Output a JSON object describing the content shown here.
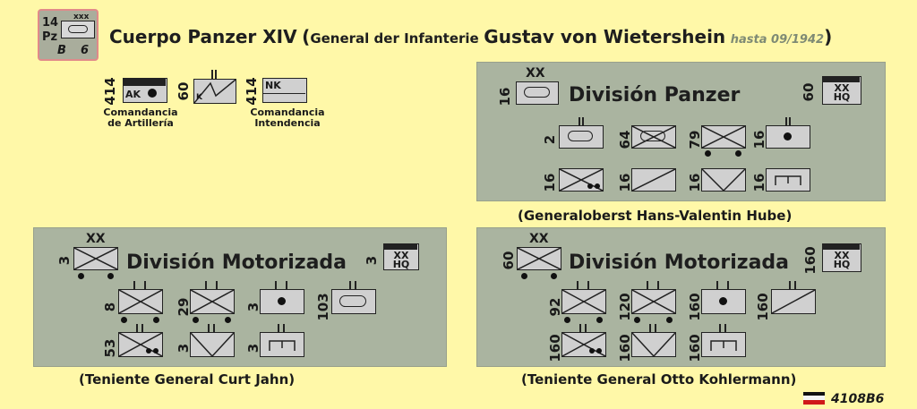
{
  "header": {
    "counter_top_left": "14",
    "counter_top_right": "xxx",
    "counter_mid_left": "Pz",
    "counter_bot_left": "B",
    "counter_bot_right": "6",
    "title_main": "Cuerpo Panzer XIV",
    "paren_open": "(",
    "rank": "General der Infanterie",
    "commander": "Gustav von Wietershein",
    "until": "hasta 09/1942",
    "paren_close": ")"
  },
  "corps_units": [
    {
      "strength": "414",
      "code": "AK",
      "caption1": "Comandancia",
      "caption2": "de Artillería"
    },
    {
      "strength": "60",
      "code": "K",
      "caption1": "",
      "caption2": ""
    },
    {
      "strength": "414",
      "code": "NK",
      "caption1": "Comandancia",
      "caption2": "Intendencia"
    }
  ],
  "panzer_div": {
    "hq_strength": "16",
    "hq_size": "XX",
    "title": "División Panzer",
    "hq2_strength": "60",
    "hq2_label": "XX HQ",
    "row1": [
      "2",
      "64",
      "79",
      "16"
    ],
    "row2": [
      "16",
      "16",
      "16",
      "16"
    ],
    "commander": "(Generaloberst Hans-Valentin Hube)"
  },
  "mot_div_1": {
    "hq_strength": "3",
    "hq_size": "XX",
    "title": "División Motorizada",
    "hq2_strength": "3",
    "hq2_label": "XX HQ",
    "row1": [
      "8",
      "29",
      "3",
      "103"
    ],
    "row2": [
      "53",
      "3",
      "3"
    ],
    "commander": "(Teniente General Curt Jahn)"
  },
  "mot_div_2": {
    "hq_strength": "60",
    "hq_size": "XX",
    "title": "División Motorizada",
    "hq2_strength": "160",
    "hq2_label": "XX HQ",
    "row1": [
      "92",
      "120",
      "160",
      "160"
    ],
    "row2": [
      "160",
      "160",
      "160"
    ],
    "commander": "(Teniente General Otto Kohlermann)"
  },
  "footer": {
    "code": "4108B6"
  },
  "colors": {
    "background": "#fff8a8",
    "panel": "#aab4a0",
    "counter": "#d0d0d0"
  }
}
